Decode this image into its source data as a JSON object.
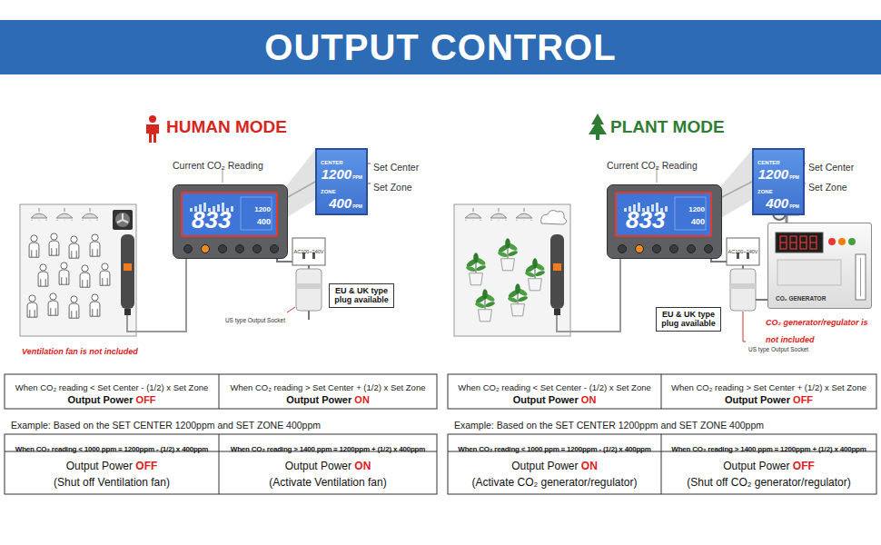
{
  "diagram": {
    "title": "OUTPUT CONTROL",
    "nodes": [
      {
        "text": [
          "833",
          "1200",
          "400"
        ]
      },
      {
        "text": [
          "CENTER",
          "1200",
          "PPM",
          "ZONE",
          "400",
          "PPM"
        ]
      },
      {
        "text": [
          "EU & UK type plug available"
        ]
      },
      {
        "text": [
          "833",
          "1200",
          "400"
        ]
      },
      {
        "text": [
          "CENTER",
          "1200",
          "PPM",
          "ZONE",
          "400",
          "PPM"
        ]
      },
      {
        "text": [
          "EU & UK type plug available"
        ]
      },
      {
        "text": [
          "CO₂ GENERATOR"
        ]
      }
    ],
    "edges": [
      {
        "from": 0,
        "to": 1,
        "arrow": "none"
      },
      {
        "from": 3,
        "to": 4,
        "arrow": "none"
      }
    ],
    "labels": [
      "HUMAN MODE",
      "Current CO₂ Reading",
      "Set Center",
      "Set Zone",
      "AC100~240V",
      "US type Output Socket",
      "Ventilation fan is not included",
      "PLANT MODE",
      "Current CO₂ Reading",
      "Set Center",
      "Set Zone",
      "AC100~240V",
      "US type Output Socket",
      "CO₂ generator/regulator is not included",
      "When CO₂ reading < Set Center - (1/2) x Set Zone",
      "Output Power",
      "OFF",
      "When CO₂ reading > Set Center + (1/2) x Set Zone",
      "Output Power",
      "ON",
      "Example: Based on the SET CENTER 1200ppm and SET ZONE 400ppm",
      "When CO₂ reading < 1000 ppm = 1200ppm - (1/2) x 400ppm",
      "When CO₂ reading > 1400 ppm = 1200ppm + (1/2) x 400ppm",
      "Output Power",
      "OFF",
      "(Shut off Ventilation fan)",
      "Output Power",
      "ON",
      "(Activate Ventilation fan)",
      "When CO₂ reading < Set Center - (1/2) x Set Zone",
      "Output Power",
      "ON",
      "When CO₂ reading > Set Center + (1/2) x Set Zone",
      "Output Power",
      "OFF",
      "Example: Based on the SET CENTER 1200ppm and SET ZONE 400ppm",
      "When CO₂ reading < 1000 ppm = 1200ppm - (1/2) x 400ppm",
      "When CO₂ reading > 1400 ppm = 1200ppm + (1/2) x 400ppm",
      "Output Power",
      "ON",
      "(Activate CO₂ generator/regulator)",
      "Output Power",
      "OFF",
      "(Shut off CO₂ generator/regulator)"
    ]
  }
}
